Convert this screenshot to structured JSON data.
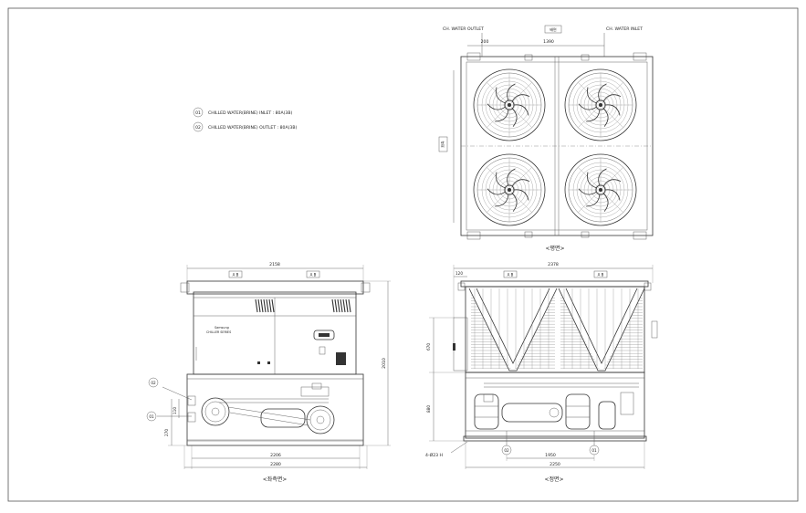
{
  "notes": [
    {
      "tag": "01",
      "text": "CHILLED WATER(BRINE) INLET : 80A(3B)"
    },
    {
      "tag": "02",
      "text": "CHILLED WATER(BRINE) OUTLET : 80A(3B)"
    }
  ],
  "plan_view": {
    "title": "<평면>",
    "outlet_label": "CH. WATER OUTLET",
    "inlet_label": "CH. WATER INLET",
    "top_box": "배면",
    "side_box": "좌측",
    "dim_a": "200",
    "dim_b": "1390"
  },
  "left_view": {
    "title": "<좌측면>",
    "dim_top": "2158",
    "dim_bottom_inner": "2206",
    "dim_bottom_outer": "2280",
    "dim_height": "2010",
    "dim_side_a": "270",
    "dim_side_b": "110",
    "tag_a": "02",
    "tag_b": "01",
    "brand_line1": "Samsung",
    "brand_line2": "CHILLER SERIES",
    "arrow_label": "A B"
  },
  "front_view": {
    "title": "<정면>",
    "dim_top": "2378",
    "dim_top_left": "120",
    "dim_h1": "670",
    "dim_h2": "880",
    "dim_bottom_inner": "1950",
    "dim_bottom_outer": "2250",
    "hole_label": "4-Ø23 H",
    "tag_a": "02",
    "tag_b": "01",
    "arrow_label": "A B"
  }
}
